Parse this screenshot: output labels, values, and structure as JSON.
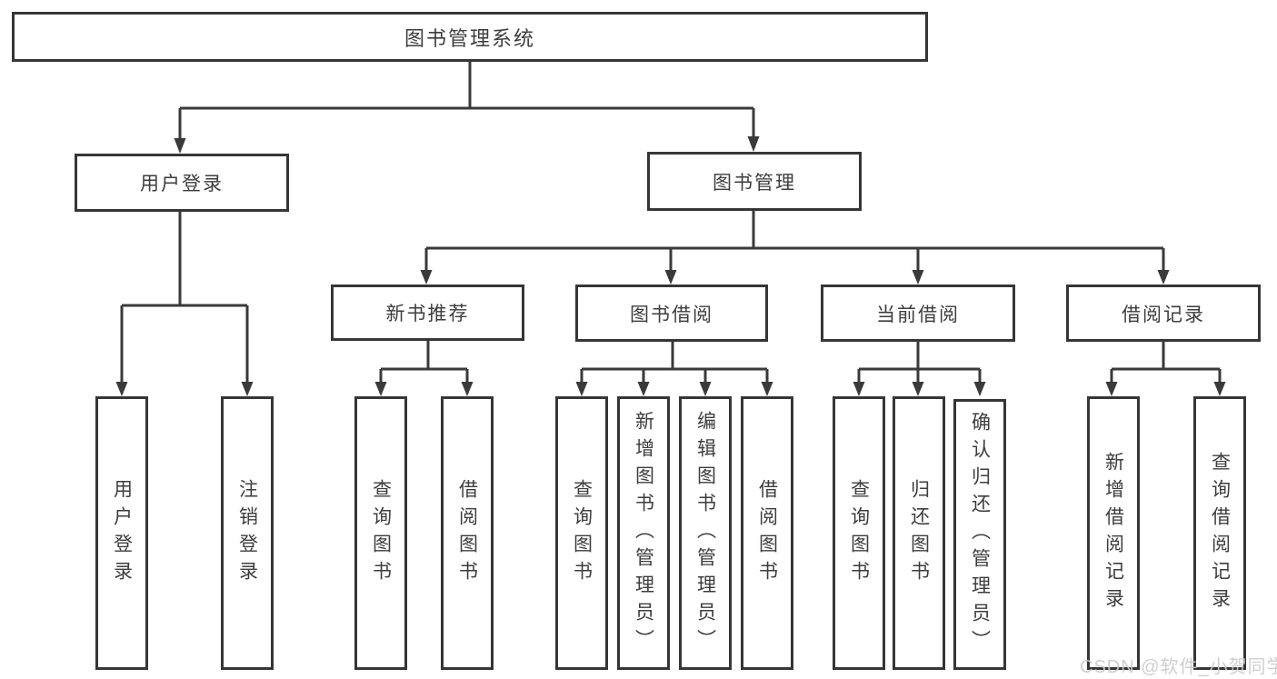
{
  "tree": {
    "root": {
      "label": "图书管理系统"
    },
    "user": {
      "label": "用户登录",
      "children": [
        {
          "label": "用户登录"
        },
        {
          "label": "注销登录"
        }
      ]
    },
    "mgmt": {
      "label": "图书管理",
      "sections": [
        {
          "label": "新书推荐",
          "children": [
            {
              "label": "查询图书"
            },
            {
              "label": "借阅图书"
            }
          ]
        },
        {
          "label": "图书借阅",
          "children": [
            {
              "label": "查询图书"
            },
            {
              "label": "新增图书（管理员）"
            },
            {
              "label": "编辑图书（管理员）"
            },
            {
              "label": "借阅图书"
            }
          ]
        },
        {
          "label": "当前借阅",
          "children": [
            {
              "label": "查询图书"
            },
            {
              "label": "归还图书"
            },
            {
              "label": "确认归还（管理员）"
            }
          ]
        },
        {
          "label": "借阅记录",
          "children": [
            {
              "label": "新增借阅记录"
            },
            {
              "label": "查询借阅记录"
            }
          ]
        }
      ]
    }
  },
  "watermark": {
    "text": "CSDN @软件_小贺同学"
  },
  "colors": {
    "line": "#3a3a3a",
    "box_border": "#363636",
    "text": "#3d3d3d",
    "background": "#ffffff",
    "watermark": "#cbcbcb"
  }
}
